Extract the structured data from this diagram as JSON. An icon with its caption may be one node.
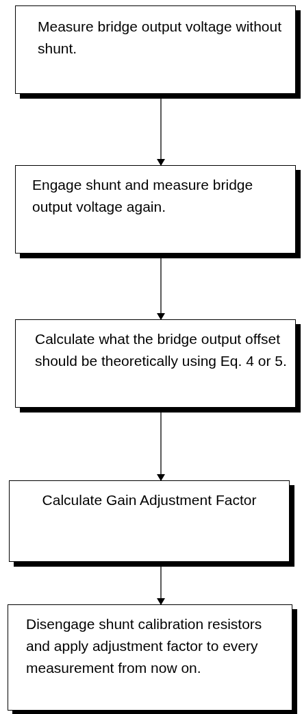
{
  "diagram": {
    "nodes": [
      {
        "text": [
          "Measure bridge output voltage without shunt."
        ]
      },
      {
        "text": [
          "Engage shunt and measure bridge output voltage again."
        ]
      },
      {
        "text": [
          "Calculate what the bridge output offset should be theoretically using Eq. 4 or 5."
        ]
      },
      {
        "text": [
          "Calculate Gain Adjustment Factor"
        ]
      },
      {
        "text": [
          "Disengage shunt calibration resistors and apply adjustment factor to every measurement from now on."
        ]
      }
    ],
    "edges": [
      {
        "from": 0,
        "to": 1,
        "arrow": "to"
      },
      {
        "from": 1,
        "to": 2,
        "arrow": "to"
      },
      {
        "from": 2,
        "to": 3,
        "arrow": "to"
      },
      {
        "from": 3,
        "to": 4,
        "arrow": "to"
      }
    ]
  }
}
